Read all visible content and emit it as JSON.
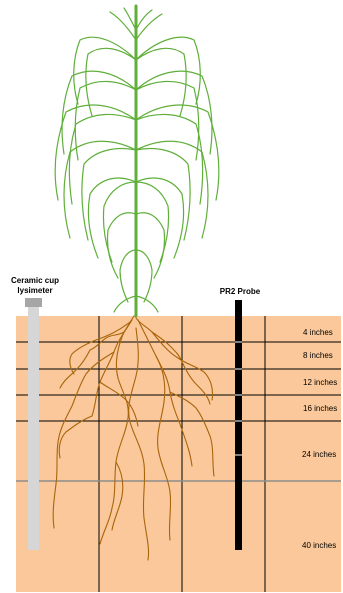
{
  "labels": {
    "lysimeter_line1": "Ceramic cup",
    "lysimeter_line2": "lysimeter",
    "probe": "PR2 Probe"
  },
  "depths": [
    "4 inches",
    "8 inches",
    "12 inches",
    "16 inches",
    "24 inches",
    "40 inches"
  ],
  "colors": {
    "soil": "#FAC89A",
    "grid": "#000000",
    "gray_line": "#8C8C8C",
    "plant": "#5FAF3A",
    "roots": "#A9650C",
    "lysimeter": "#D6D6D6",
    "lysimeter_cap": "#A6A6A6",
    "probe": "#000000"
  }
}
